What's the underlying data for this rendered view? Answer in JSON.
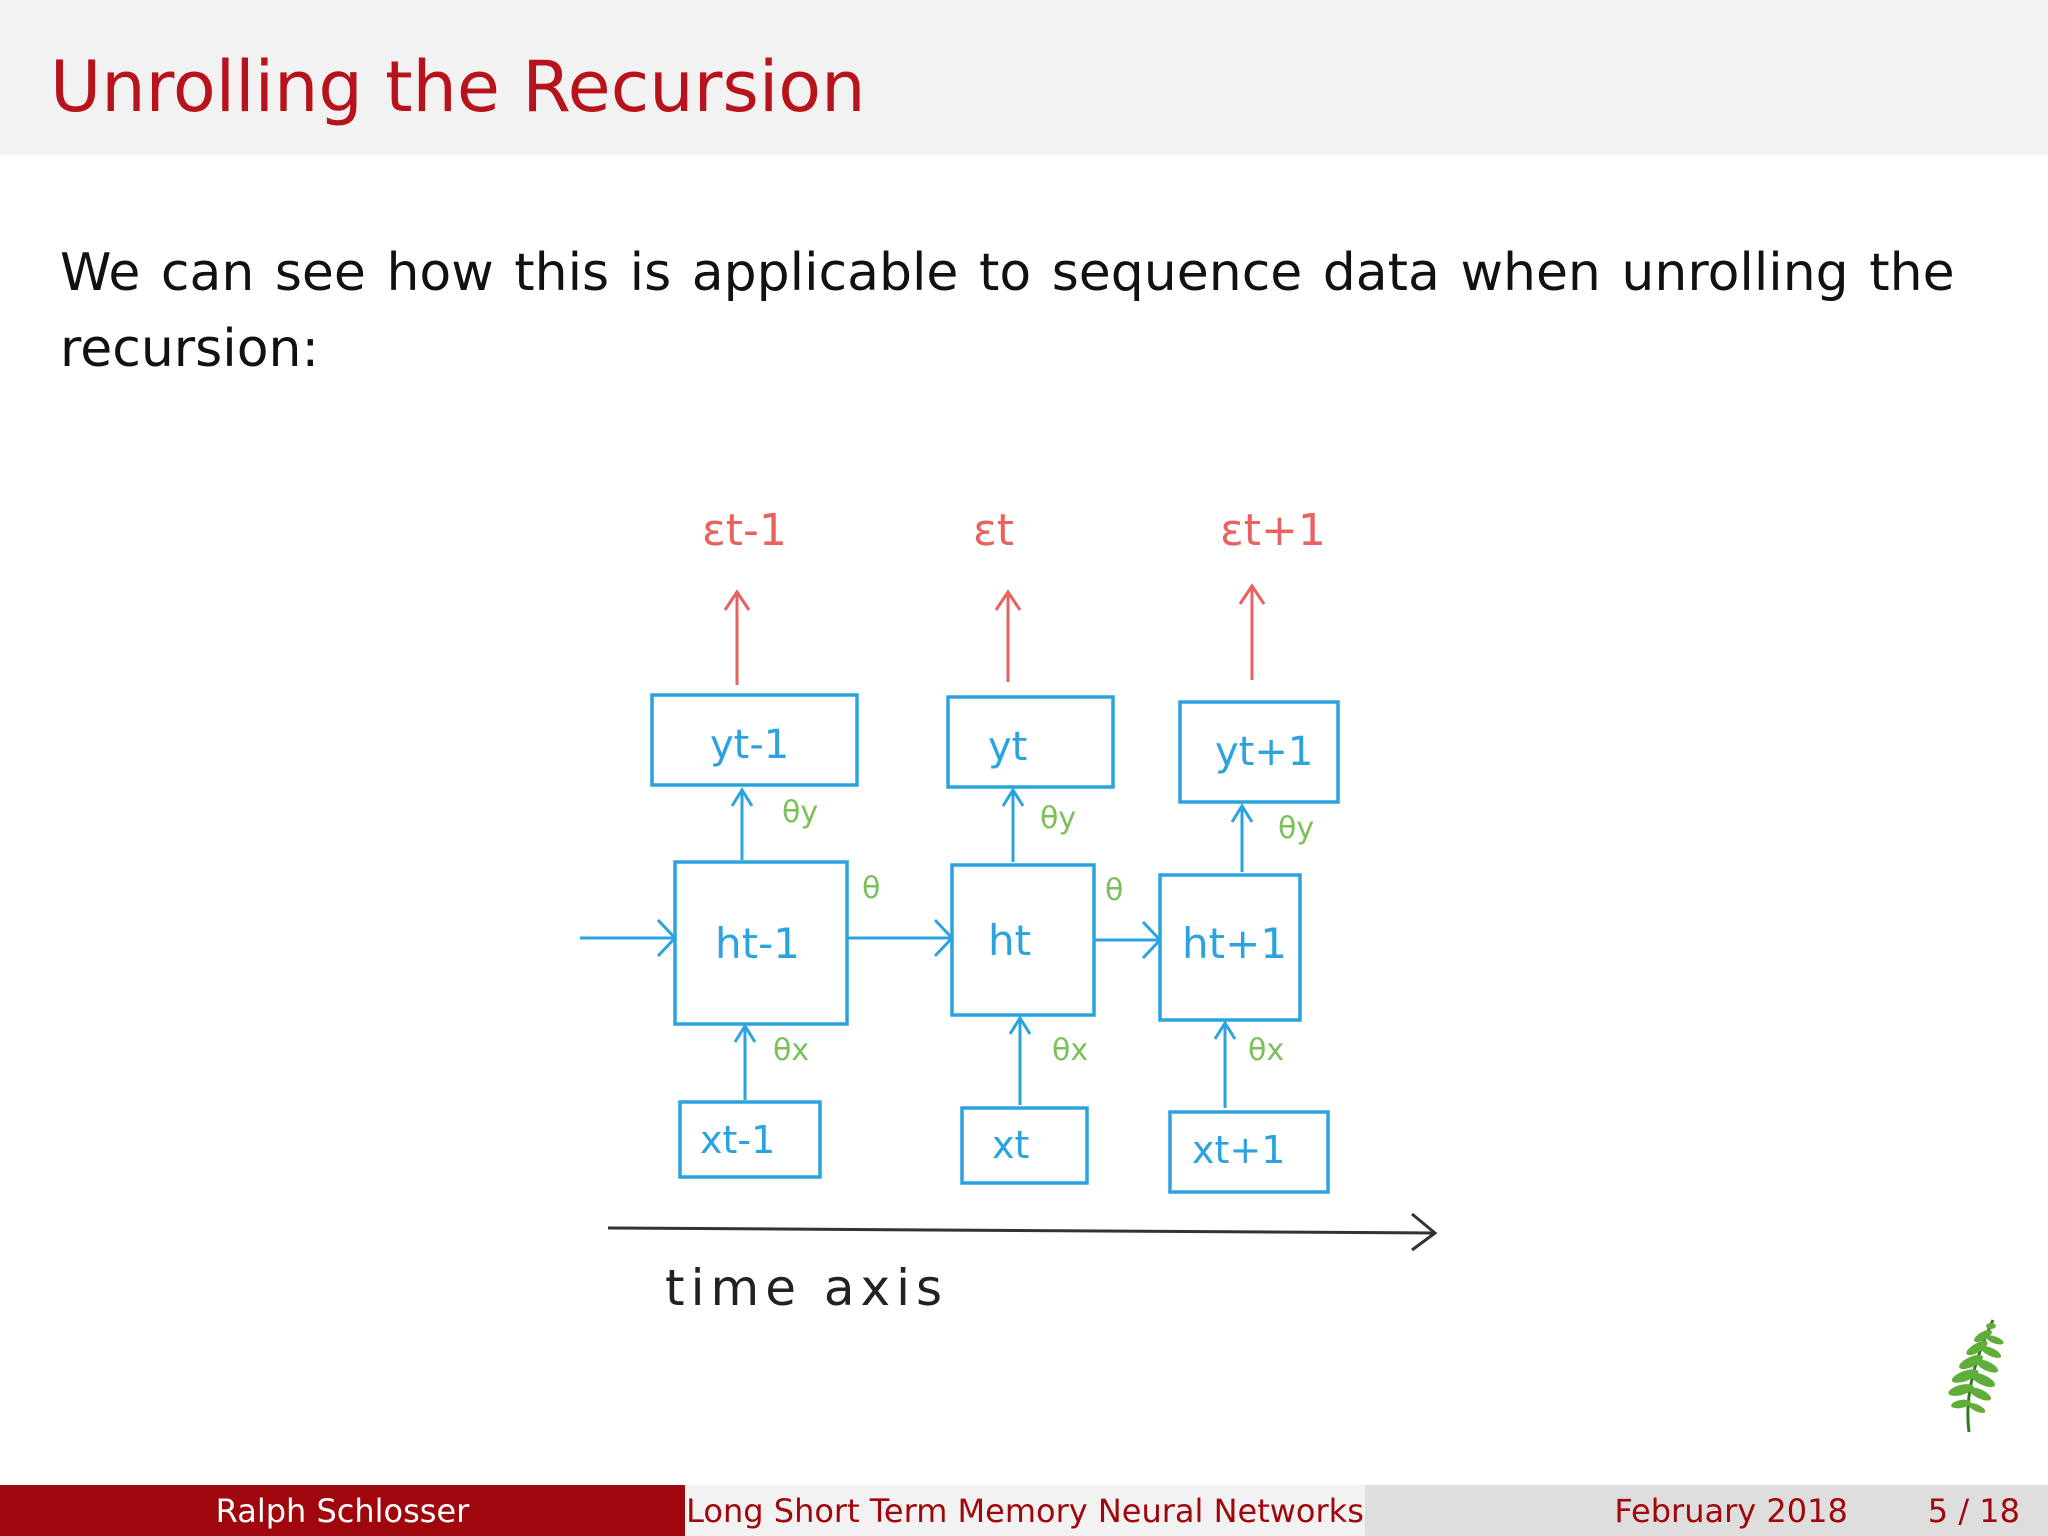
{
  "slide": {
    "title": "Unrolling the Recursion",
    "body": "We can see how this is applicable to sequence data when unrolling the recursion:"
  },
  "diagram": {
    "errors": [
      "εt-1",
      "εt",
      "εt+1"
    ],
    "outputs": [
      "yt-1",
      "yt",
      "yt+1"
    ],
    "hidden": [
      "ht-1",
      "ht",
      "ht+1"
    ],
    "inputs": [
      "xt-1",
      "xt",
      "xt+1"
    ],
    "theta_y": "θy",
    "theta_x": "θx",
    "theta": "θ",
    "time_axis": "time axis",
    "colors": {
      "error": "#e8635f",
      "box": "#2ba3df",
      "theta": "#7cc05c",
      "axis": "#333333"
    }
  },
  "footer": {
    "author": "Ralph Schlosser",
    "talk_title": "Long Short Term Memory Neural Networks",
    "date": "February 2018",
    "page": "5 / 18"
  },
  "theme": {
    "accent": "#b8121b",
    "footer_dark": "#a0070c"
  }
}
